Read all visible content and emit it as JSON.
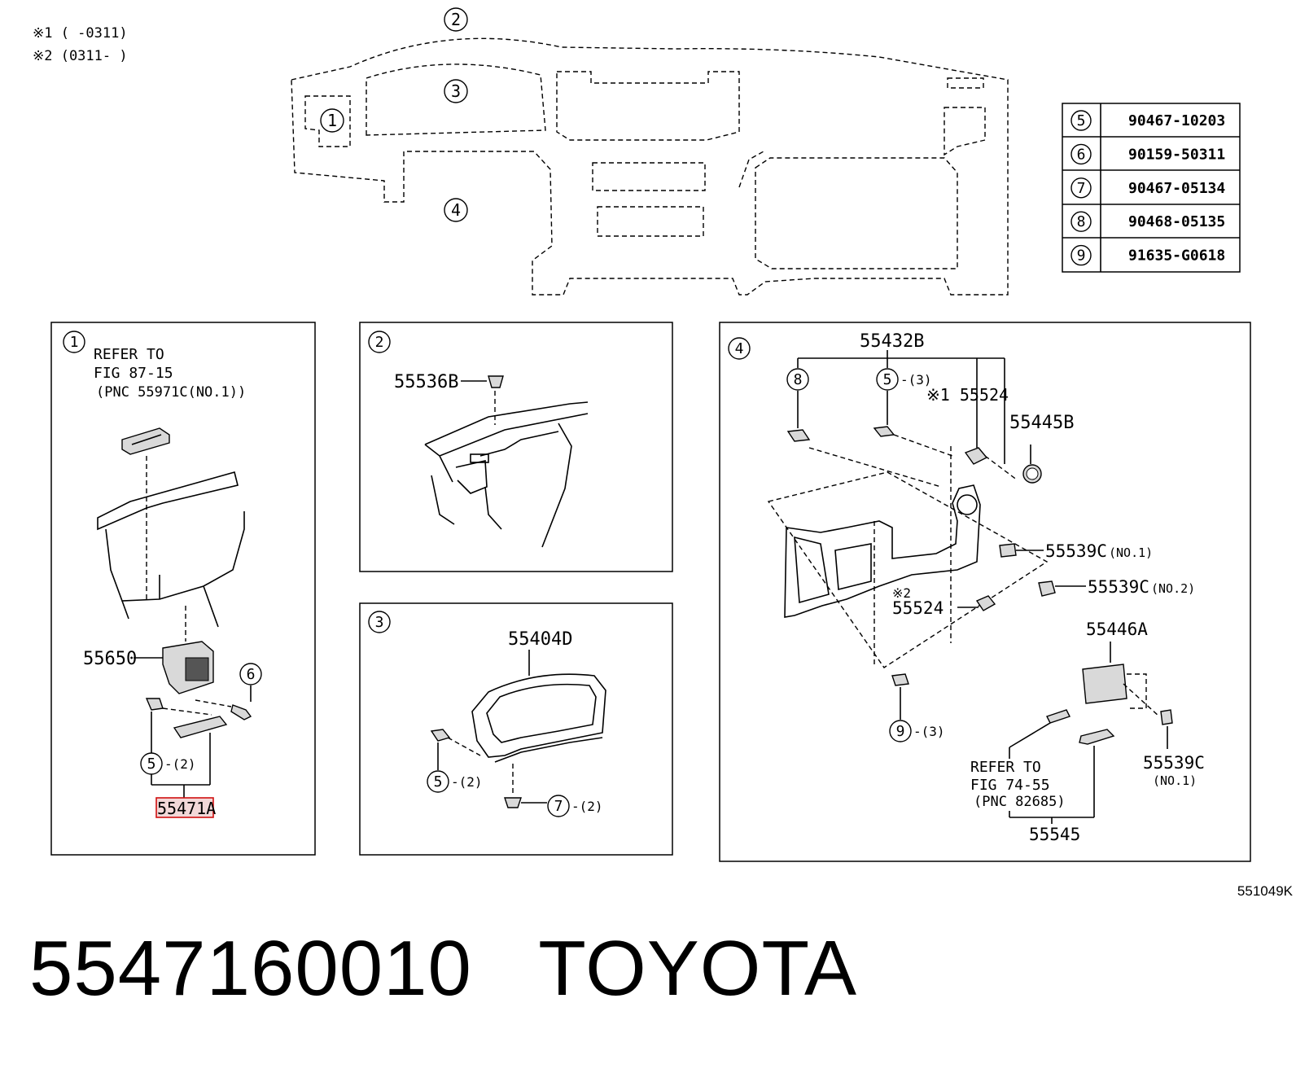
{
  "notes": {
    "n1": "※1 (      -0311)",
    "n2": "※2 (0311-      )"
  },
  "overview": {
    "c1": "1",
    "c2": "2",
    "c3": "3",
    "c4": "4"
  },
  "part_table": [
    {
      "num": "5",
      "code": "90467-10203"
    },
    {
      "num": "6",
      "code": "90159-50311"
    },
    {
      "num": "7",
      "code": "90467-05134"
    },
    {
      "num": "8",
      "code": "90468-05135"
    },
    {
      "num": "9",
      "code": "91635-G0618"
    }
  ],
  "panel1": {
    "num": "1",
    "refer1": "REFER TO",
    "refer2": "FIG 87-15",
    "refer3": "(PNC 55971C(NO.1))",
    "p55650": "55650",
    "c6": "6",
    "c5": "5",
    "qty5": "-(2)",
    "highlight": "55471A"
  },
  "panel2": {
    "num": "2",
    "p55536b": "55536B"
  },
  "panel3": {
    "num": "3",
    "p55404d": "55404D",
    "c5": "5",
    "qty5": "-(2)",
    "c7": "7",
    "qty7": "-(2)"
  },
  "panel4": {
    "num": "4",
    "p55432b": "55432B",
    "c8": "8",
    "c5": "5",
    "qty5": "-(3)",
    "n1_55524": "※1 55524",
    "p55445b": "55445B",
    "p55539c_no1": "55539C",
    "no1": "(NO.1)",
    "p55539c_no2": "55539C",
    "no2": "(NO.2)",
    "n2": "※2",
    "p55524": "55524",
    "c9": "9",
    "qty9": "-(3)",
    "p55446a": "55446A",
    "refer1": "REFER TO",
    "refer2": "FIG 74-55",
    "refer3": "(PNC 82685)",
    "p55539c_b": "55539C",
    "no1_b": "(NO.1)",
    "p55545": "55545"
  },
  "figure_code": "551049K",
  "caption": "5547160010   TOYOTA"
}
